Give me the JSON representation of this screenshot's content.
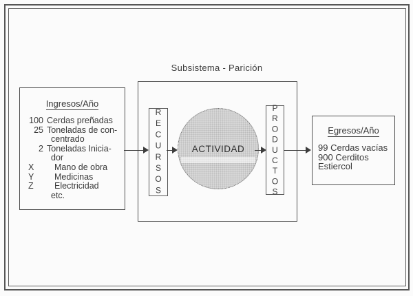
{
  "subsystem": {
    "title": "Subsistema - Parición",
    "recursos_label": "RECURSOS",
    "productos_label": "PRODUCTOS",
    "actividad_label": "ACTIVIDAD"
  },
  "ingresos": {
    "title": "Ingresos/Año",
    "rows": [
      {
        "num": "100",
        "text": "Cerdas preñadas"
      },
      {
        "num": "25",
        "text": "Toneladas de con-"
      },
      {
        "num": "",
        "text": "centrado"
      },
      {
        "num": "2",
        "text": "Toneladas Inicia-"
      },
      {
        "num": "",
        "text": "dor"
      },
      {
        "num": "X",
        "text": "Mano de obra"
      },
      {
        "num": "Y",
        "text": "Medicinas"
      },
      {
        "num": "Z",
        "text": "Electricidad"
      },
      {
        "num": "",
        "text": "etc."
      }
    ]
  },
  "egresos": {
    "title": "Egresos/Año",
    "lines": [
      "99 Cerdas vacías",
      "900 Cerditos",
      "Estiercol"
    ]
  },
  "colors": {
    "frame_line": "#565656",
    "box_line": "#4e4e4e",
    "text": "#383838",
    "circle_fill": "#d7d7d7",
    "arrow": "#3d3d3d"
  }
}
